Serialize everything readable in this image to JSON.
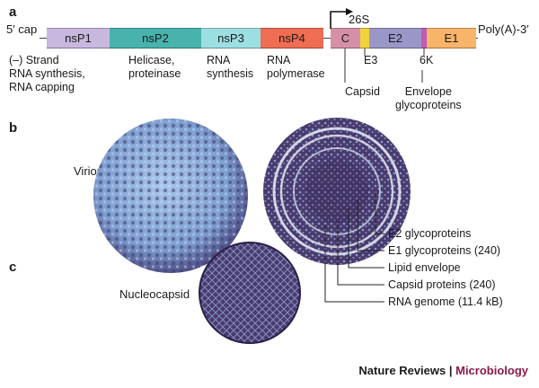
{
  "panel_a": {
    "letter": "a",
    "five_prime_cap": "5′ cap",
    "three_prime": "Poly(A)-3′",
    "promoter_label": "26S",
    "segments": [
      {
        "label": "nsP1",
        "color": "#c8b7de"
      },
      {
        "label": "nsP2",
        "color": "#48b3ac"
      },
      {
        "label": "nsP3",
        "color": "#9bdfe2"
      },
      {
        "label": "nsP4",
        "color": "#ef6d52"
      },
      {
        "label": "C",
        "color": "#d590a8"
      },
      {
        "label": "E2",
        "color": "#9a97c8"
      },
      {
        "label": "E1",
        "color": "#f8b468"
      }
    ],
    "small_segments": {
      "e3_color": "#f0d23c",
      "sixk_color": "#c05bb5"
    },
    "e3_label": "E3",
    "sixk_label": "6K",
    "functions": {
      "nsp1": "(–) Strand\nRNA synthesis,\nRNA capping",
      "nsp2": "Helicase,\nproteinase",
      "nsp3": "RNA\nsynthesis",
      "nsp4": "RNA\npolymerase"
    },
    "capsid_label": "Capsid",
    "envelope_label": "Envelope\nglycoproteins"
  },
  "panel_b": {
    "letter": "b",
    "virion_label": "Virion",
    "callouts": [
      "E2 glycoproteins",
      "E1 glycoproteins (240)",
      "Lipid envelope",
      "Capsid proteins (240)",
      "RNA genome (11.4 kB)"
    ]
  },
  "panel_c": {
    "letter": "c",
    "nucleocapsid_label": "Nucleocapsid"
  },
  "footer": {
    "journal": "Nature Reviews",
    "separator": " | ",
    "section": "Microbiology",
    "section_color": "#8a1a4a"
  },
  "colors": {
    "surface_light": "#8fb4dd",
    "surface_dark": "#4a3a6e",
    "core_color": "#3a2a55"
  }
}
